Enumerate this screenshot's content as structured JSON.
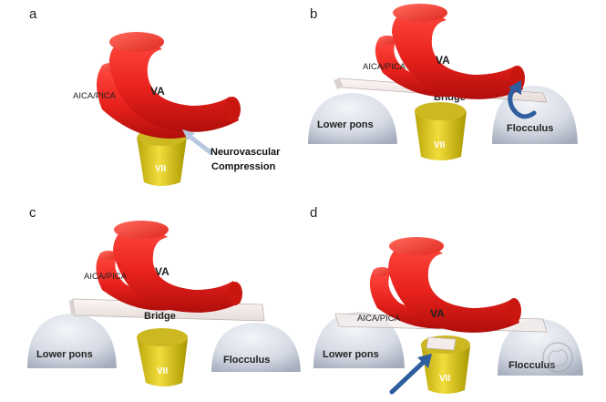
{
  "colors": {
    "artery": "#e8211c",
    "artery_dark": "#b50f0c",
    "artery_light": "#ff5a4e",
    "nerve": "#d7c215",
    "nerve_dark": "#8f8000",
    "nerve_light": "#f4e24a",
    "dome": "#d7dce6",
    "dome_shade": "#a9b0bf",
    "bridge": "#f4ecea",
    "bridge_edge": "#bfb3b0",
    "arrow_blue": "#2f5e9e",
    "arrow_light": "#b8c8e0"
  },
  "panels": {
    "a": {
      "letter": "a",
      "artery_small": "AICA/PICA",
      "artery_large": "VA",
      "nerve": "VII",
      "annotation_line1": "Neurovascular",
      "annotation_line2": "Compression"
    },
    "b": {
      "letter": "b",
      "artery_small": "AICA/PICA",
      "artery_large": "VA",
      "bridge": "Bridge",
      "left_dome": "Lower pons",
      "right_dome": "Flocculus",
      "nerve": "VII"
    },
    "c": {
      "letter": "c",
      "artery_small": "AICA/PICA",
      "artery_large": "VA",
      "bridge": "Bridge",
      "left_dome": "Lower pons",
      "right_dome": "Flocculus",
      "nerve": "VII"
    },
    "d": {
      "letter": "d",
      "artery_small": "AICA/PICA",
      "artery_large": "VA",
      "left_dome": "Lower pons",
      "right_dome": "Flocculus",
      "nerve": "VII"
    }
  },
  "watermark": {
    "icon": "brain-logo-watermark"
  }
}
